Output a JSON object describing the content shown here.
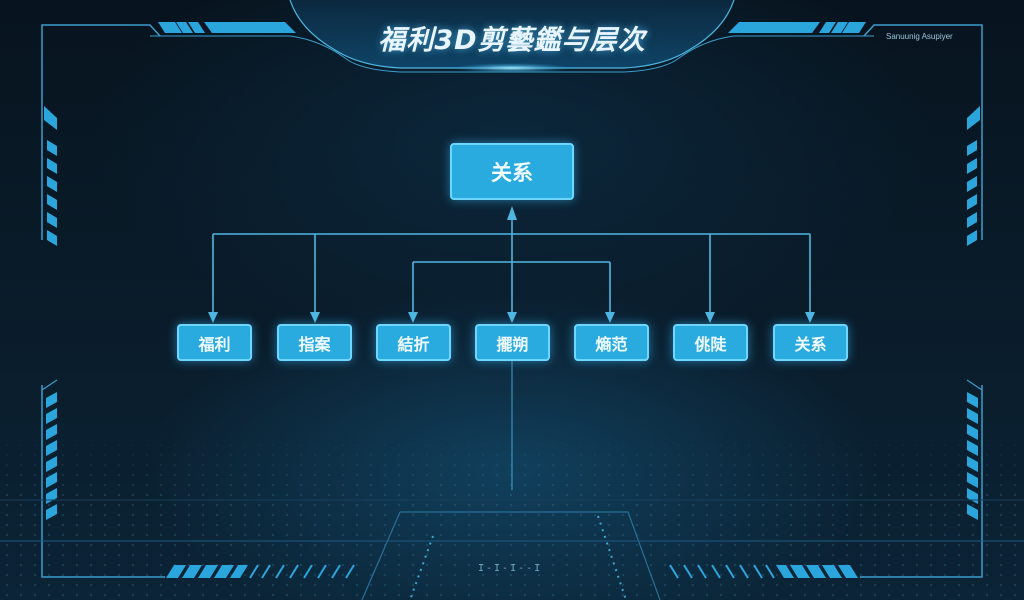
{
  "header": {
    "title": "福利3D剪藝鑑与层次",
    "corner_tag": "Sanuunig Asupiyer"
  },
  "diagram": {
    "root": {
      "label": "关系"
    },
    "children": [
      {
        "label": "福利"
      },
      {
        "label": "指案"
      },
      {
        "label": "結折"
      },
      {
        "label": "擺朔"
      },
      {
        "label": "熵范"
      },
      {
        "label": "佻陡"
      },
      {
        "label": "关系"
      }
    ],
    "edges": [
      {
        "from": "root",
        "to": "children.0"
      },
      {
        "from": "root",
        "to": "children.1"
      },
      {
        "from": "root",
        "to": "children.2"
      },
      {
        "from": "root",
        "to": "children.3"
      },
      {
        "from": "root",
        "to": "children.4"
      },
      {
        "from": "root",
        "to": "children.5"
      },
      {
        "from": "root",
        "to": "children.6"
      }
    ]
  },
  "footer": {
    "label": "I-I-I--I"
  },
  "colors": {
    "accent": "#29abe0",
    "line": "#4fb6e0",
    "background": "#061420",
    "border": "#6fd6ff"
  }
}
